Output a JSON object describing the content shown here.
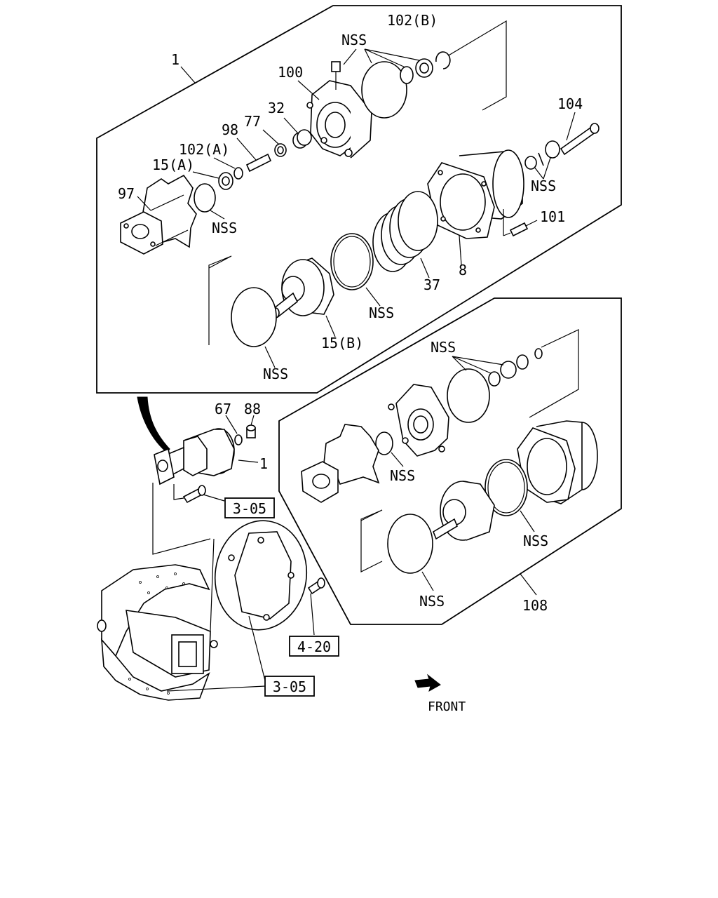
{
  "callouts": {
    "p1_top": "1",
    "p1_lower": "1",
    "p102b": "102(B)",
    "nss_top": "NSS",
    "p100": "100",
    "p32": "32",
    "p77": "77",
    "p98": "98",
    "p102a": "102(A)",
    "p15a": "15(A)",
    "p97": "97",
    "nss_97": "NSS",
    "p104": "104",
    "nss_104": "NSS",
    "p101": "101",
    "p8": "8",
    "p37": "37",
    "nss_ring": "NSS",
    "p15b": "15(B)",
    "nss_oring": "NSS",
    "p67": "67",
    "p88": "88",
    "nss_108_top": "NSS",
    "nss_108_mid": "NSS",
    "nss_108_ring": "NSS",
    "nss_108_bottom": "NSS",
    "p108": "108"
  },
  "references": {
    "ref_305_upper": "3-05",
    "ref_420": "4-20",
    "ref_305_lower": "3-05"
  },
  "front_label": "FRONT"
}
